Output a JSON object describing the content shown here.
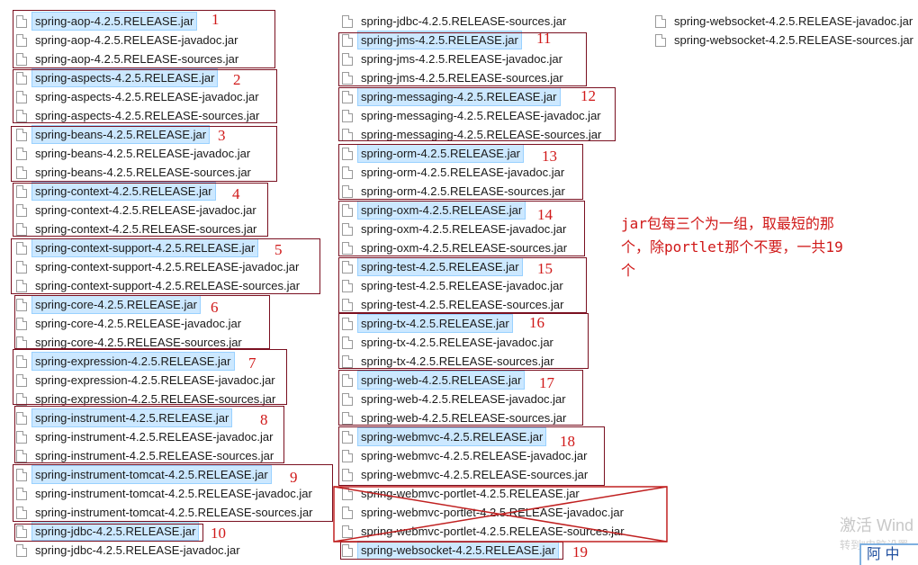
{
  "files": [
    {
      "id": "c0-0",
      "name": "spring-aop-4.2.5.RELEASE.jar",
      "sel": true
    },
    {
      "id": "c0-1",
      "name": "spring-aop-4.2.5.RELEASE-javadoc.jar"
    },
    {
      "id": "c0-2",
      "name": "spring-aop-4.2.5.RELEASE-sources.jar"
    },
    {
      "id": "c0-3",
      "name": "spring-aspects-4.2.5.RELEASE.jar",
      "sel": true
    },
    {
      "id": "c0-4",
      "name": "spring-aspects-4.2.5.RELEASE-javadoc.jar"
    },
    {
      "id": "c0-5",
      "name": "spring-aspects-4.2.5.RELEASE-sources.jar"
    },
    {
      "id": "c0-6",
      "name": "spring-beans-4.2.5.RELEASE.jar",
      "sel": true
    },
    {
      "id": "c0-7",
      "name": "spring-beans-4.2.5.RELEASE-javadoc.jar"
    },
    {
      "id": "c0-8",
      "name": "spring-beans-4.2.5.RELEASE-sources.jar"
    },
    {
      "id": "c0-9",
      "name": "spring-context-4.2.5.RELEASE.jar",
      "sel": true
    },
    {
      "id": "c0-10",
      "name": "spring-context-4.2.5.RELEASE-javadoc.jar"
    },
    {
      "id": "c0-11",
      "name": "spring-context-4.2.5.RELEASE-sources.jar"
    },
    {
      "id": "c0-12",
      "name": "spring-context-support-4.2.5.RELEASE.jar",
      "sel": true
    },
    {
      "id": "c0-13",
      "name": "spring-context-support-4.2.5.RELEASE-javadoc.jar"
    },
    {
      "id": "c0-14",
      "name": "spring-context-support-4.2.5.RELEASE-sources.jar"
    },
    {
      "id": "c0-15",
      "name": "spring-core-4.2.5.RELEASE.jar",
      "sel": true
    },
    {
      "id": "c0-16",
      "name": "spring-core-4.2.5.RELEASE-javadoc.jar"
    },
    {
      "id": "c0-17",
      "name": "spring-core-4.2.5.RELEASE-sources.jar"
    },
    {
      "id": "c0-18",
      "name": "spring-expression-4.2.5.RELEASE.jar",
      "sel": true
    },
    {
      "id": "c0-19",
      "name": "spring-expression-4.2.5.RELEASE-javadoc.jar"
    },
    {
      "id": "c0-20",
      "name": "spring-expression-4.2.5.RELEASE-sources.jar"
    },
    {
      "id": "c0-21",
      "name": "spring-instrument-4.2.5.RELEASE.jar",
      "sel": true
    },
    {
      "id": "c0-22",
      "name": "spring-instrument-4.2.5.RELEASE-javadoc.jar"
    },
    {
      "id": "c0-23",
      "name": "spring-instrument-4.2.5.RELEASE-sources.jar"
    },
    {
      "id": "c0-24",
      "name": "spring-instrument-tomcat-4.2.5.RELEASE.jar",
      "sel": true
    },
    {
      "id": "c0-25",
      "name": "spring-instrument-tomcat-4.2.5.RELEASE-javadoc.jar"
    },
    {
      "id": "c0-26",
      "name": "spring-instrument-tomcat-4.2.5.RELEASE-sources.jar"
    },
    {
      "id": "c0-27",
      "name": "spring-jdbc-4.2.5.RELEASE.jar",
      "sel": true
    },
    {
      "id": "c0-28",
      "name": "spring-jdbc-4.2.5.RELEASE-javadoc.jar"
    },
    {
      "id": "c1-0",
      "name": "spring-jdbc-4.2.5.RELEASE-sources.jar"
    },
    {
      "id": "c1-1",
      "name": "spring-jms-4.2.5.RELEASE.jar",
      "sel": true
    },
    {
      "id": "c1-2",
      "name": "spring-jms-4.2.5.RELEASE-javadoc.jar"
    },
    {
      "id": "c1-3",
      "name": "spring-jms-4.2.5.RELEASE-sources.jar"
    },
    {
      "id": "c1-4",
      "name": "spring-messaging-4.2.5.RELEASE.jar",
      "sel": true
    },
    {
      "id": "c1-5",
      "name": "spring-messaging-4.2.5.RELEASE-javadoc.jar"
    },
    {
      "id": "c1-6",
      "name": "spring-messaging-4.2.5.RELEASE-sources.jar"
    },
    {
      "id": "c1-7",
      "name": "spring-orm-4.2.5.RELEASE.jar",
      "sel": true
    },
    {
      "id": "c1-8",
      "name": "spring-orm-4.2.5.RELEASE-javadoc.jar"
    },
    {
      "id": "c1-9",
      "name": "spring-orm-4.2.5.RELEASE-sources.jar"
    },
    {
      "id": "c1-10",
      "name": "spring-oxm-4.2.5.RELEASE.jar",
      "sel": true
    },
    {
      "id": "c1-11",
      "name": "spring-oxm-4.2.5.RELEASE-javadoc.jar"
    },
    {
      "id": "c1-12",
      "name": "spring-oxm-4.2.5.RELEASE-sources.jar"
    },
    {
      "id": "c1-13",
      "name": "spring-test-4.2.5.RELEASE.jar",
      "sel": true
    },
    {
      "id": "c1-14",
      "name": "spring-test-4.2.5.RELEASE-javadoc.jar"
    },
    {
      "id": "c1-15",
      "name": "spring-test-4.2.5.RELEASE-sources.jar"
    },
    {
      "id": "c1-16",
      "name": "spring-tx-4.2.5.RELEASE.jar",
      "sel": true
    },
    {
      "id": "c1-17",
      "name": "spring-tx-4.2.5.RELEASE-javadoc.jar"
    },
    {
      "id": "c1-18",
      "name": "spring-tx-4.2.5.RELEASE-sources.jar"
    },
    {
      "id": "c1-19",
      "name": "spring-web-4.2.5.RELEASE.jar",
      "sel": true
    },
    {
      "id": "c1-20",
      "name": "spring-web-4.2.5.RELEASE-javadoc.jar"
    },
    {
      "id": "c1-21",
      "name": "spring-web-4.2.5.RELEASE-sources.jar"
    },
    {
      "id": "c1-22",
      "name": "spring-webmvc-4.2.5.RELEASE.jar",
      "sel": true
    },
    {
      "id": "c1-23",
      "name": "spring-webmvc-4.2.5.RELEASE-javadoc.jar"
    },
    {
      "id": "c1-24",
      "name": "spring-webmvc-4.2.5.RELEASE-sources.jar"
    },
    {
      "id": "c1-25",
      "name": "spring-webmvc-portlet-4.2.5.RELEASE.jar"
    },
    {
      "id": "c1-26",
      "name": "spring-webmvc-portlet-4.2.5.RELEASE-javadoc.jar"
    },
    {
      "id": "c1-27",
      "name": "spring-webmvc-portlet-4.2.5.RELEASE-sources.jar"
    },
    {
      "id": "c1-28",
      "name": "spring-websocket-4.2.5.RELEASE.jar",
      "sel": true
    },
    {
      "id": "c2-0",
      "name": "spring-websocket-4.2.5.RELEASE-javadoc.jar"
    },
    {
      "id": "c2-1",
      "name": "spring-websocket-4.2.5.RELEASE-sources.jar"
    }
  ],
  "group_labels": [
    "1",
    "2",
    "3",
    "4",
    "5",
    "6",
    "7",
    "8",
    "9",
    "10",
    "11",
    "12",
    "13",
    "14",
    "15",
    "16",
    "17",
    "18",
    "19"
  ],
  "annotation": {
    "line1": "jar包每三个为一组，取最短的那",
    "line2": "个，除portlet那个不要，一共19",
    "line3": "个"
  },
  "watermark": {
    "line1": "激活 Wind",
    "line2": "转到\"电脑设置"
  },
  "corner_button": "阿 中",
  "colors": {
    "annotation": "#d01818",
    "group_border": "#7a1020",
    "selection_bg": "#cce8ff"
  }
}
